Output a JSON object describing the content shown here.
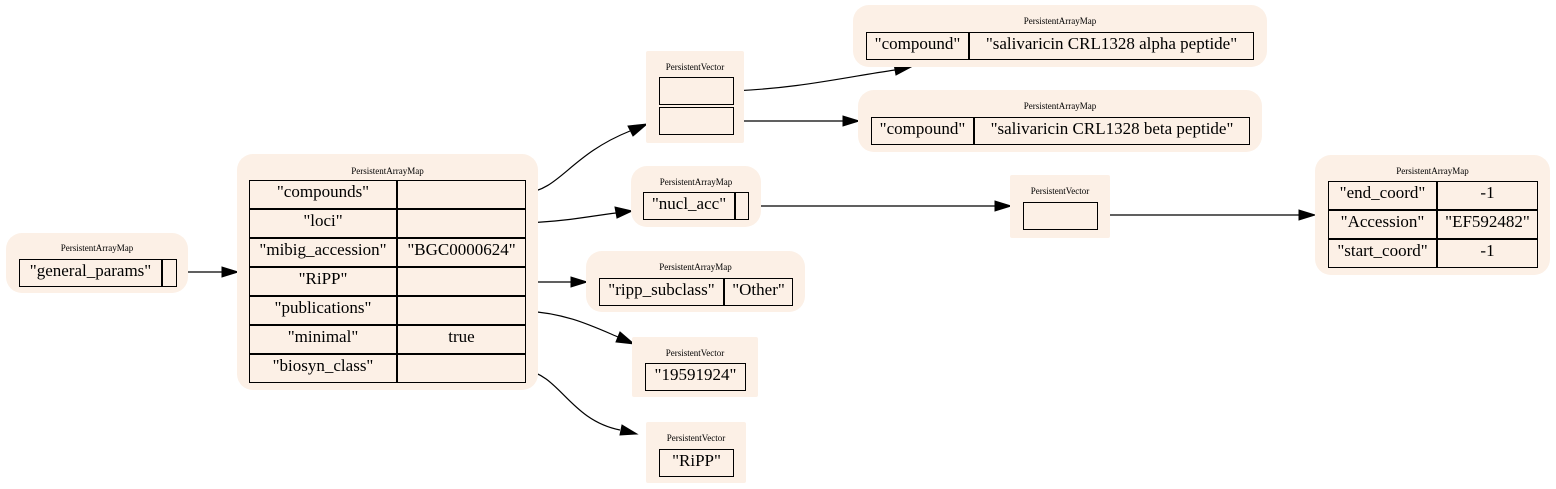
{
  "node_type_labels": {
    "map": "PersistentArrayMap",
    "vector": "PersistentVector"
  },
  "root": {
    "key": "\"general_params\""
  },
  "general_params": {
    "rows": [
      {
        "key": "\"compounds\"",
        "value": ""
      },
      {
        "key": "\"loci\"",
        "value": ""
      },
      {
        "key": "\"mibig_accession\"",
        "value": "\"BGC0000624\""
      },
      {
        "key": "\"RiPP\"",
        "value": ""
      },
      {
        "key": "\"publications\"",
        "value": ""
      },
      {
        "key": "\"minimal\"",
        "value": "true"
      },
      {
        "key": "\"biosyn_class\"",
        "value": ""
      }
    ]
  },
  "compounds": {
    "items": [
      {
        "key": "\"compound\"",
        "value": "\"salivaricin CRL1328 alpha peptide\""
      },
      {
        "key": "\"compound\"",
        "value": "\"salivaricin CRL1328 beta peptide\""
      }
    ]
  },
  "loci": {
    "key": "\"nucl_acc\"",
    "entry": {
      "rows": [
        {
          "key": "\"end_coord\"",
          "value": "-1"
        },
        {
          "key": "\"Accession\"",
          "value": "\"EF592482\""
        },
        {
          "key": "\"start_coord\"",
          "value": "-1"
        }
      ]
    }
  },
  "ripp": {
    "key": "\"ripp_subclass\"",
    "value": "\"Other\""
  },
  "publications": {
    "items": [
      "\"19591924\""
    ]
  },
  "biosyn_class": {
    "items": [
      "\"RiPP\""
    ]
  }
}
